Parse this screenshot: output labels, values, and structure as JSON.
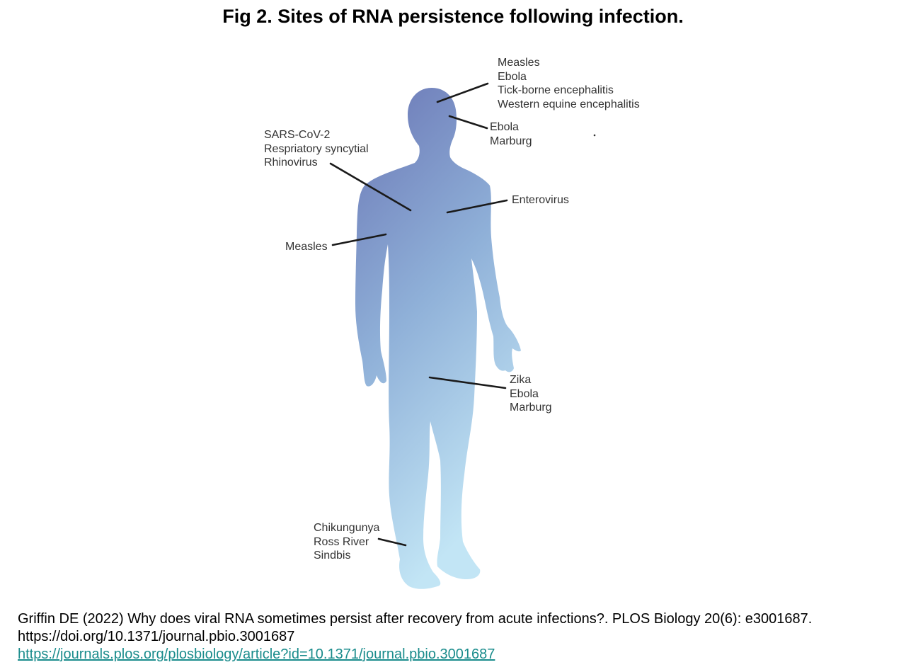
{
  "title": "Fig 2. Sites of RNA persistence following infection.",
  "colors": {
    "body_top": "#6a76b5",
    "body_bottom": "#bde2f3",
    "link": "#1a8c8c"
  },
  "labels": {
    "brain": [
      "Measles",
      "Ebola",
      "Tick-borne encephalitis",
      "Western equine encephalitis"
    ],
    "eye": [
      "Ebola",
      "Marburg"
    ],
    "respiratory": [
      "SARS-CoV-2",
      "Respriatory syncytial",
      "Rhinovirus"
    ],
    "heart": [
      "Enterovirus"
    ],
    "lymph": [
      "Measles"
    ],
    "reproductive": [
      "Zika",
      "Ebola",
      "Marburg"
    ],
    "joints": [
      "Chikungunya",
      "Ross River",
      "Sindbis"
    ]
  },
  "caption": {
    "citation": "Griffin DE (2022) Why does viral RNA sometimes persist after recovery from acute infections?. PLOS Biology 20(6): e3001687.",
    "doi": "https://doi.org/10.1371/journal.pbio.3001687",
    "url": "https://journals.plos.org/plosbiology/article?id=10.1371/journal.pbio.3001687"
  }
}
